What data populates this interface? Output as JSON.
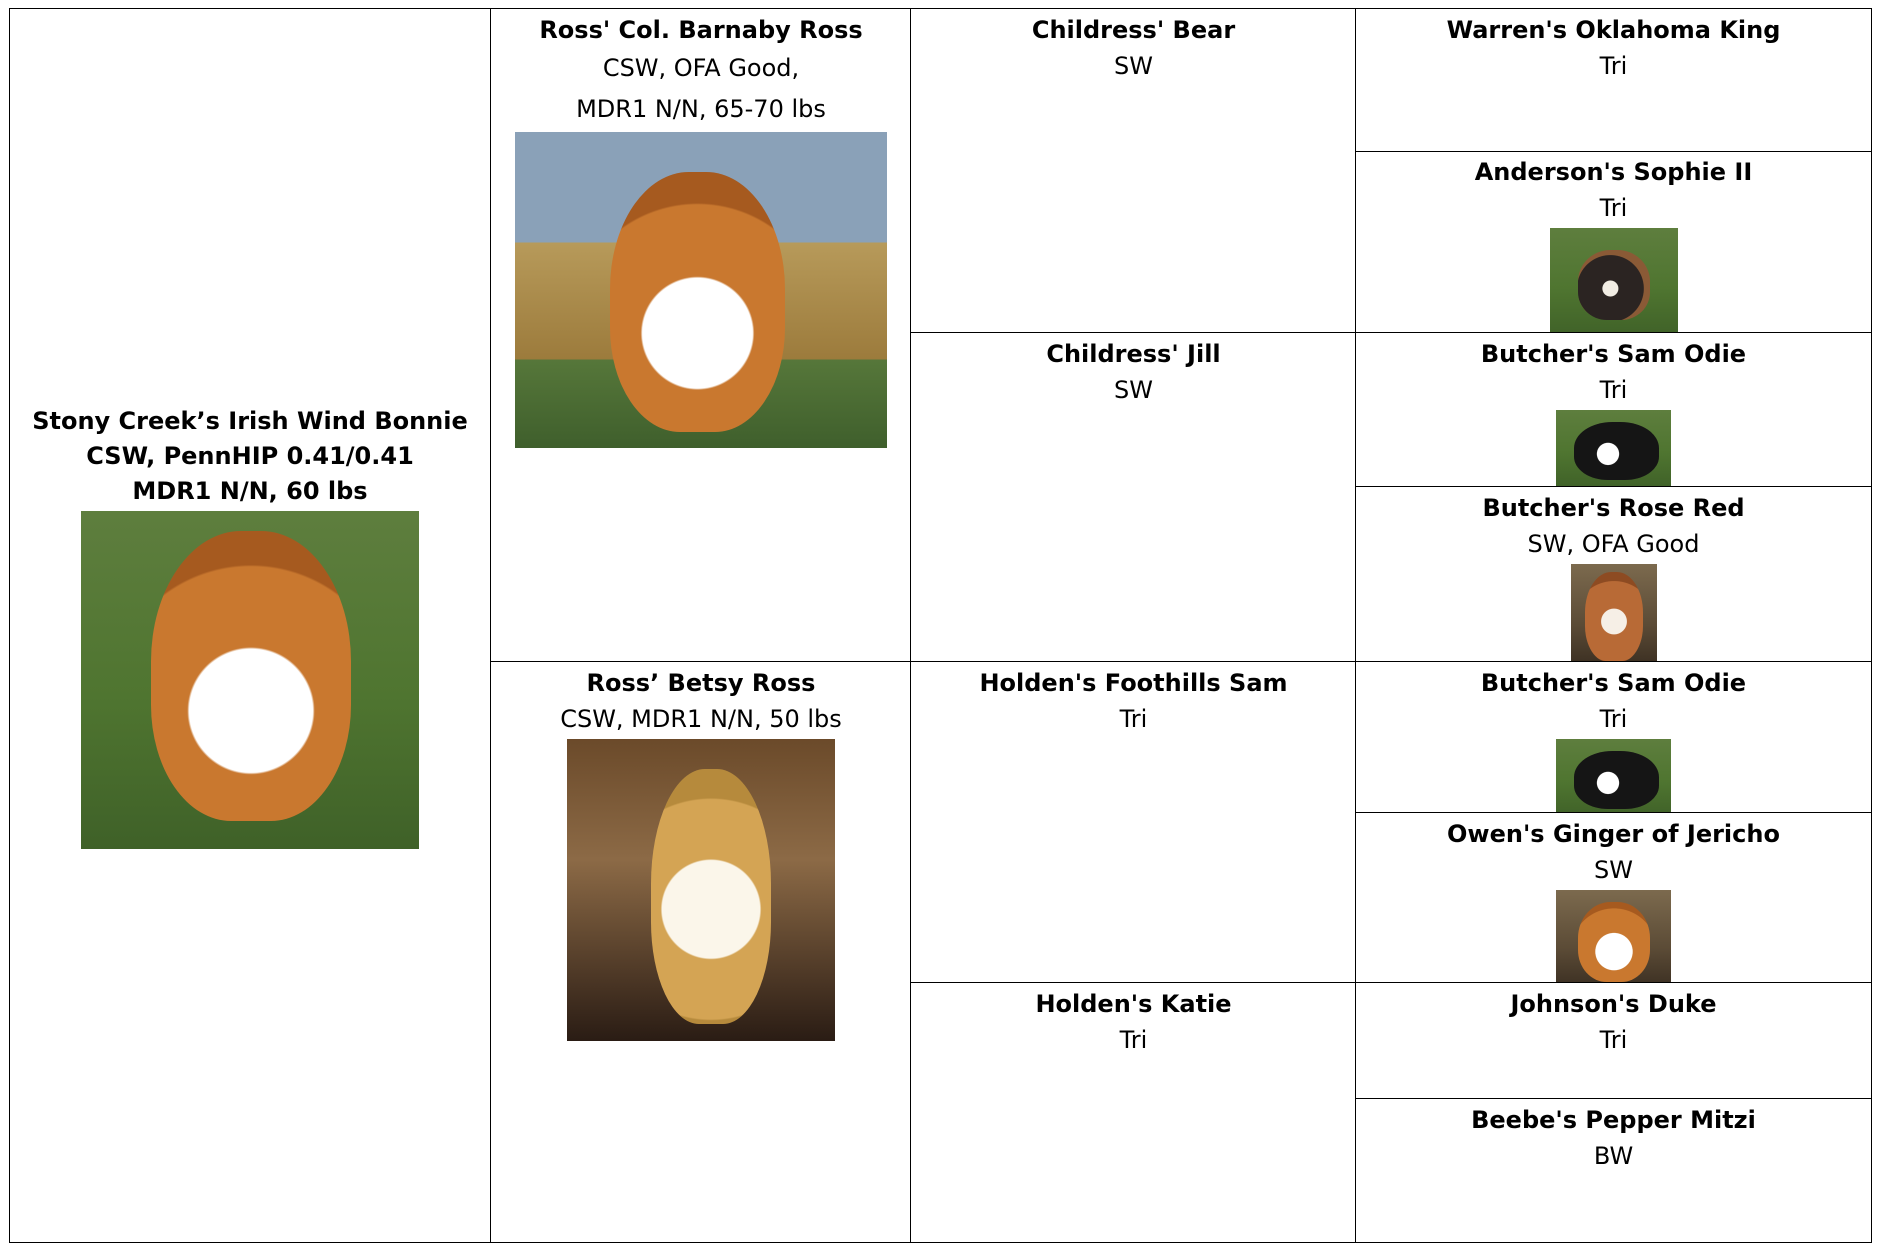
{
  "subject": {
    "name": "Stony Creek’s Irish Wind Bonnie",
    "line1": "CSW, PennHIP 0.41/0.41",
    "line2": "MDR1 N/N, 60 lbs",
    "photo": "sable-dog-sitting-on-grass"
  },
  "sire": {
    "name": "Ross' Col. Barnaby Ross",
    "line1": "CSW, OFA Good,",
    "line2": "MDR1 N/N, 65-70 lbs",
    "photo": "sable-dog-with-pumpkins-and-hay"
  },
  "dam": {
    "name": "Ross’ Betsy Ross",
    "line1": "CSW, MDR1 N/N, 50 lbs",
    "photo": "yellow-dog-standing-indoors"
  },
  "grandparents": [
    {
      "name": "Childress' Bear",
      "detail": "SW"
    },
    {
      "name": "Childress' Jill",
      "detail": "SW"
    },
    {
      "name": "Holden's Foothills Sam",
      "detail": "Tri"
    },
    {
      "name": "Holden's Katie",
      "detail": "Tri"
    }
  ],
  "great_grandparents": [
    {
      "name": "Warren's Oklahoma King",
      "detail": "Tri"
    },
    {
      "name": "Anderson's Sophie II",
      "detail": "Tri",
      "photo": "tri-dog-lying-on-grass"
    },
    {
      "name": "Butcher's Sam Odie",
      "detail": "Tri",
      "photo": "black-white-dog-lying-on-grass"
    },
    {
      "name": "Butcher's Rose Red",
      "detail": "SW, OFA Good",
      "photo": "red-dog-sitting"
    },
    {
      "name": "Butcher's Sam Odie",
      "detail": "Tri",
      "photo": "black-white-dog-lying-on-grass"
    },
    {
      "name": "Owen's Ginger of Jericho",
      "detail": "SW",
      "photo": "sable-dog-standing-outdoors"
    },
    {
      "name": "Johnson's Duke",
      "detail": "Tri"
    },
    {
      "name": "Beebe's Pepper Mitzi",
      "detail": "BW"
    }
  ]
}
